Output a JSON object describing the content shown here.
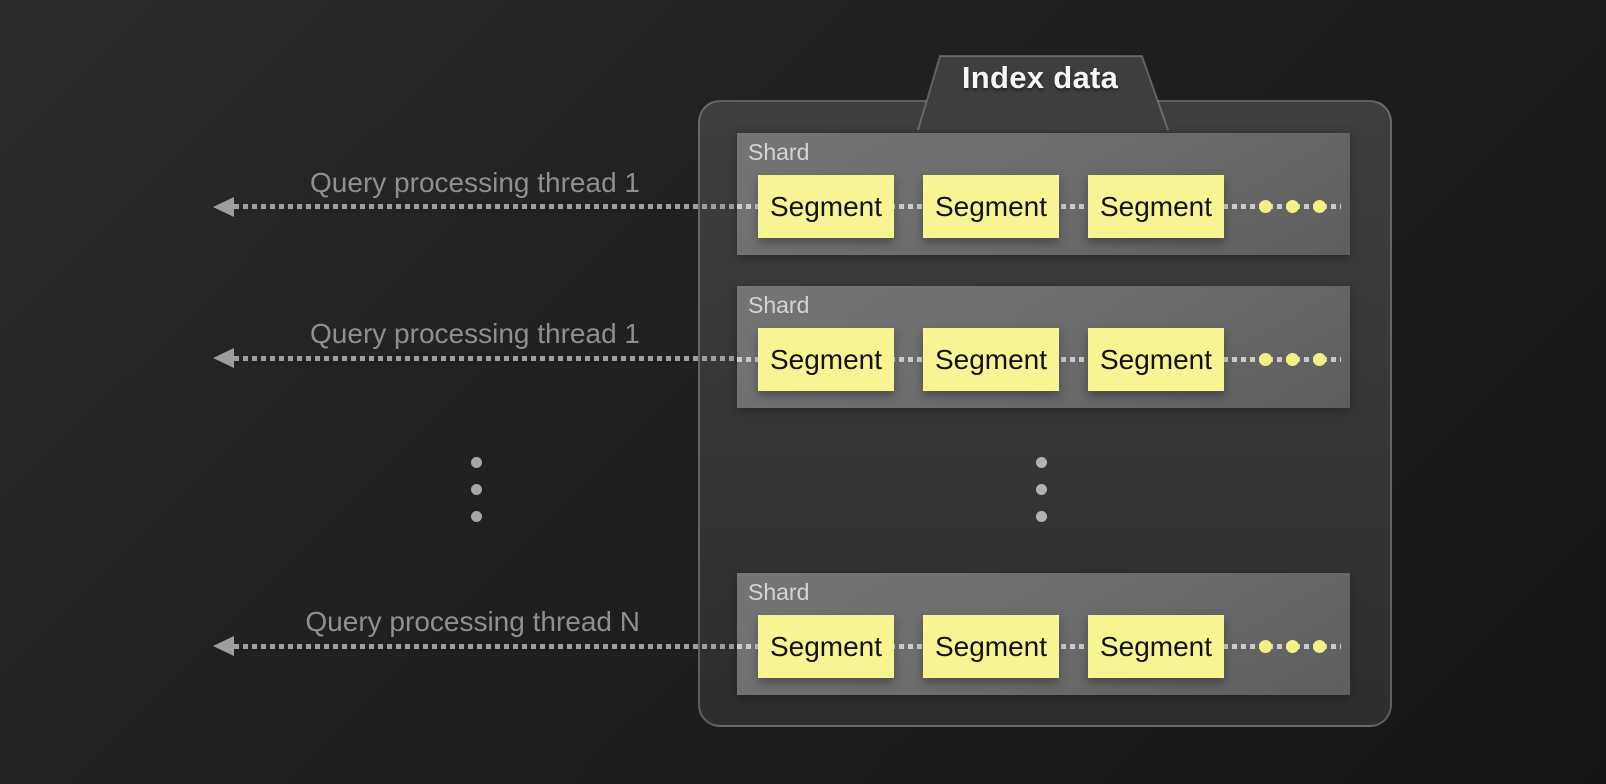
{
  "title": "Index data",
  "threads": [
    {
      "label": "Query processing thread 1"
    },
    {
      "label": "Query processing thread 1"
    },
    {
      "label": "Query processing thread N"
    }
  ],
  "shards": [
    {
      "label": "Shard",
      "segments": [
        "Segment",
        "Segment",
        "Segment"
      ]
    },
    {
      "label": "Shard",
      "segments": [
        "Segment",
        "Segment",
        "Segment"
      ]
    },
    {
      "label": "Shard",
      "segments": [
        "Segment",
        "Segment",
        "Segment"
      ]
    }
  ],
  "colors": {
    "background": "#1e1e1e",
    "container_fill": "#383838",
    "container_border": "#707070",
    "shard_fill": "#6a6a6a",
    "segment_fill": "#f6f493",
    "segment_text": "#121212",
    "ellipsis_dots_yellow": "#f3f085",
    "dotted_line": "#9e9e9e",
    "thread_text": "#8f8f8f",
    "title_text": "#f7f7f7",
    "shard_label_text": "#d4d4d4"
  }
}
